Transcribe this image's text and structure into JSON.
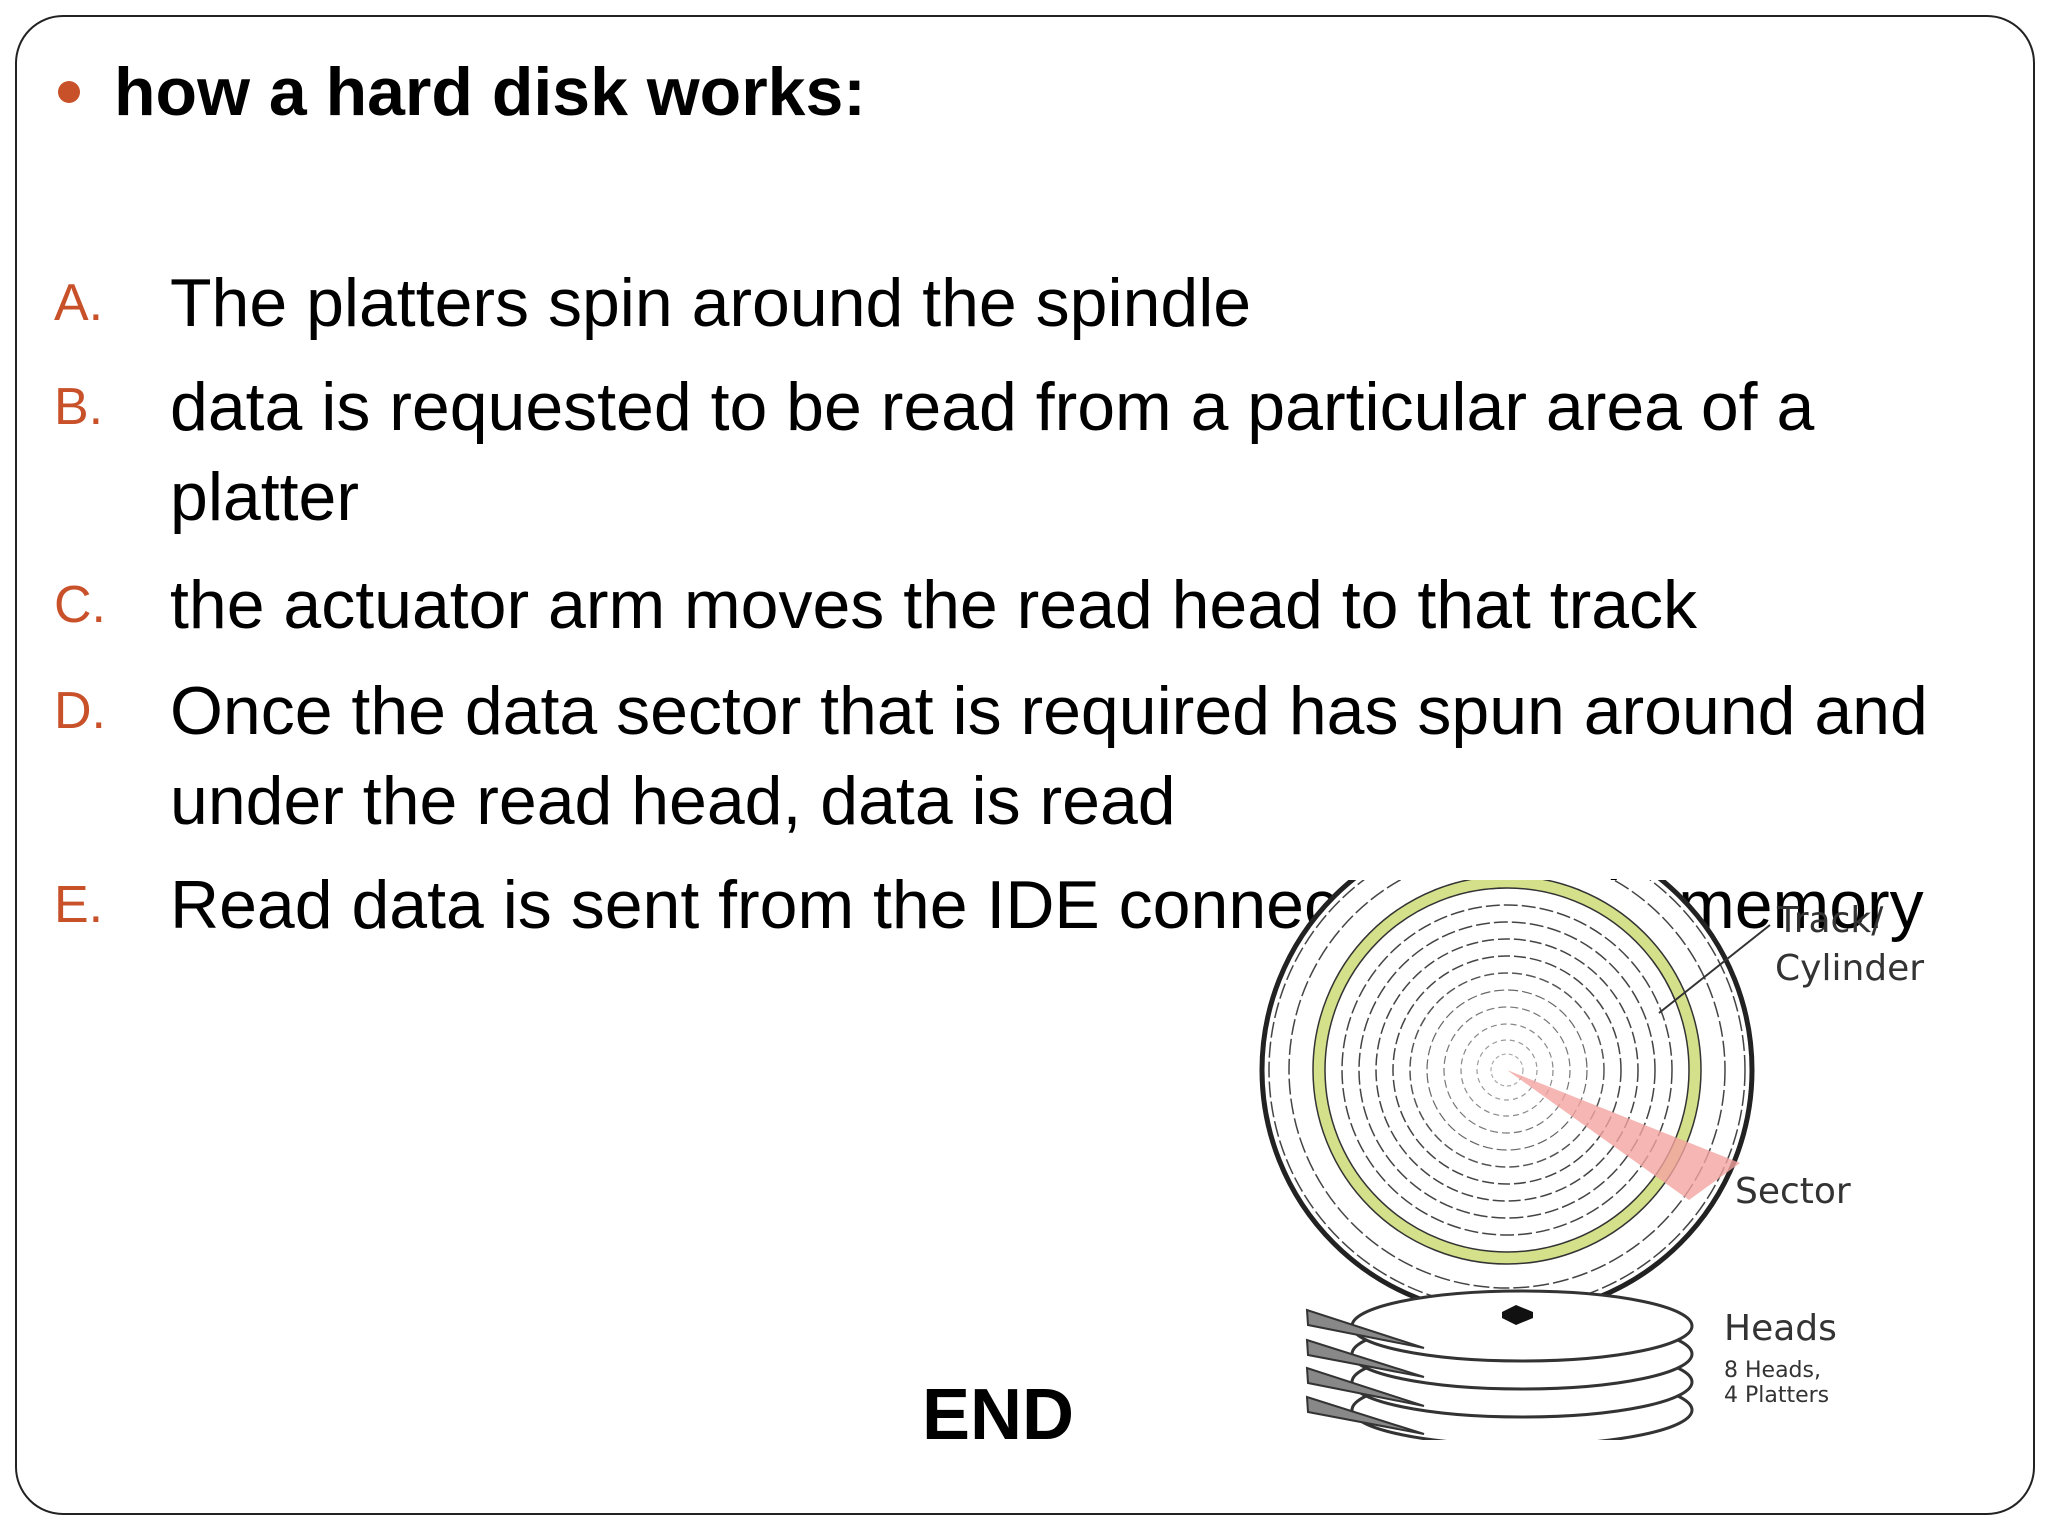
{
  "slide": {
    "heading": "how a hard disk works:",
    "steps": [
      {
        "letter": "A.",
        "text": "The platters spin around the spindle"
      },
      {
        "letter": "B.",
        "text": "data is requested to be read from a particular area of a platter"
      },
      {
        "letter": "C.",
        "text": "the actuator arm moves the read head to that track"
      },
      {
        "letter": "D.",
        "text": "Once the data sector that is required has spun around and under the read head, data is read"
      },
      {
        "letter": "E.",
        "text": "Read data is sent from the IDE connector to main memory"
      }
    ],
    "end_label": "END"
  },
  "diagram": {
    "track_label_line1": "Track/",
    "track_label_line2": "Cylinder",
    "sector_label": "Sector",
    "heads_label": "Heads",
    "heads_count_label": "8 Heads,",
    "platters_count_label": "4 Platters"
  },
  "colors": {
    "accent": "#C8512A",
    "track_highlight": "#D4E08A",
    "sector_fill": "#F4A4A0",
    "text": "#000000"
  }
}
